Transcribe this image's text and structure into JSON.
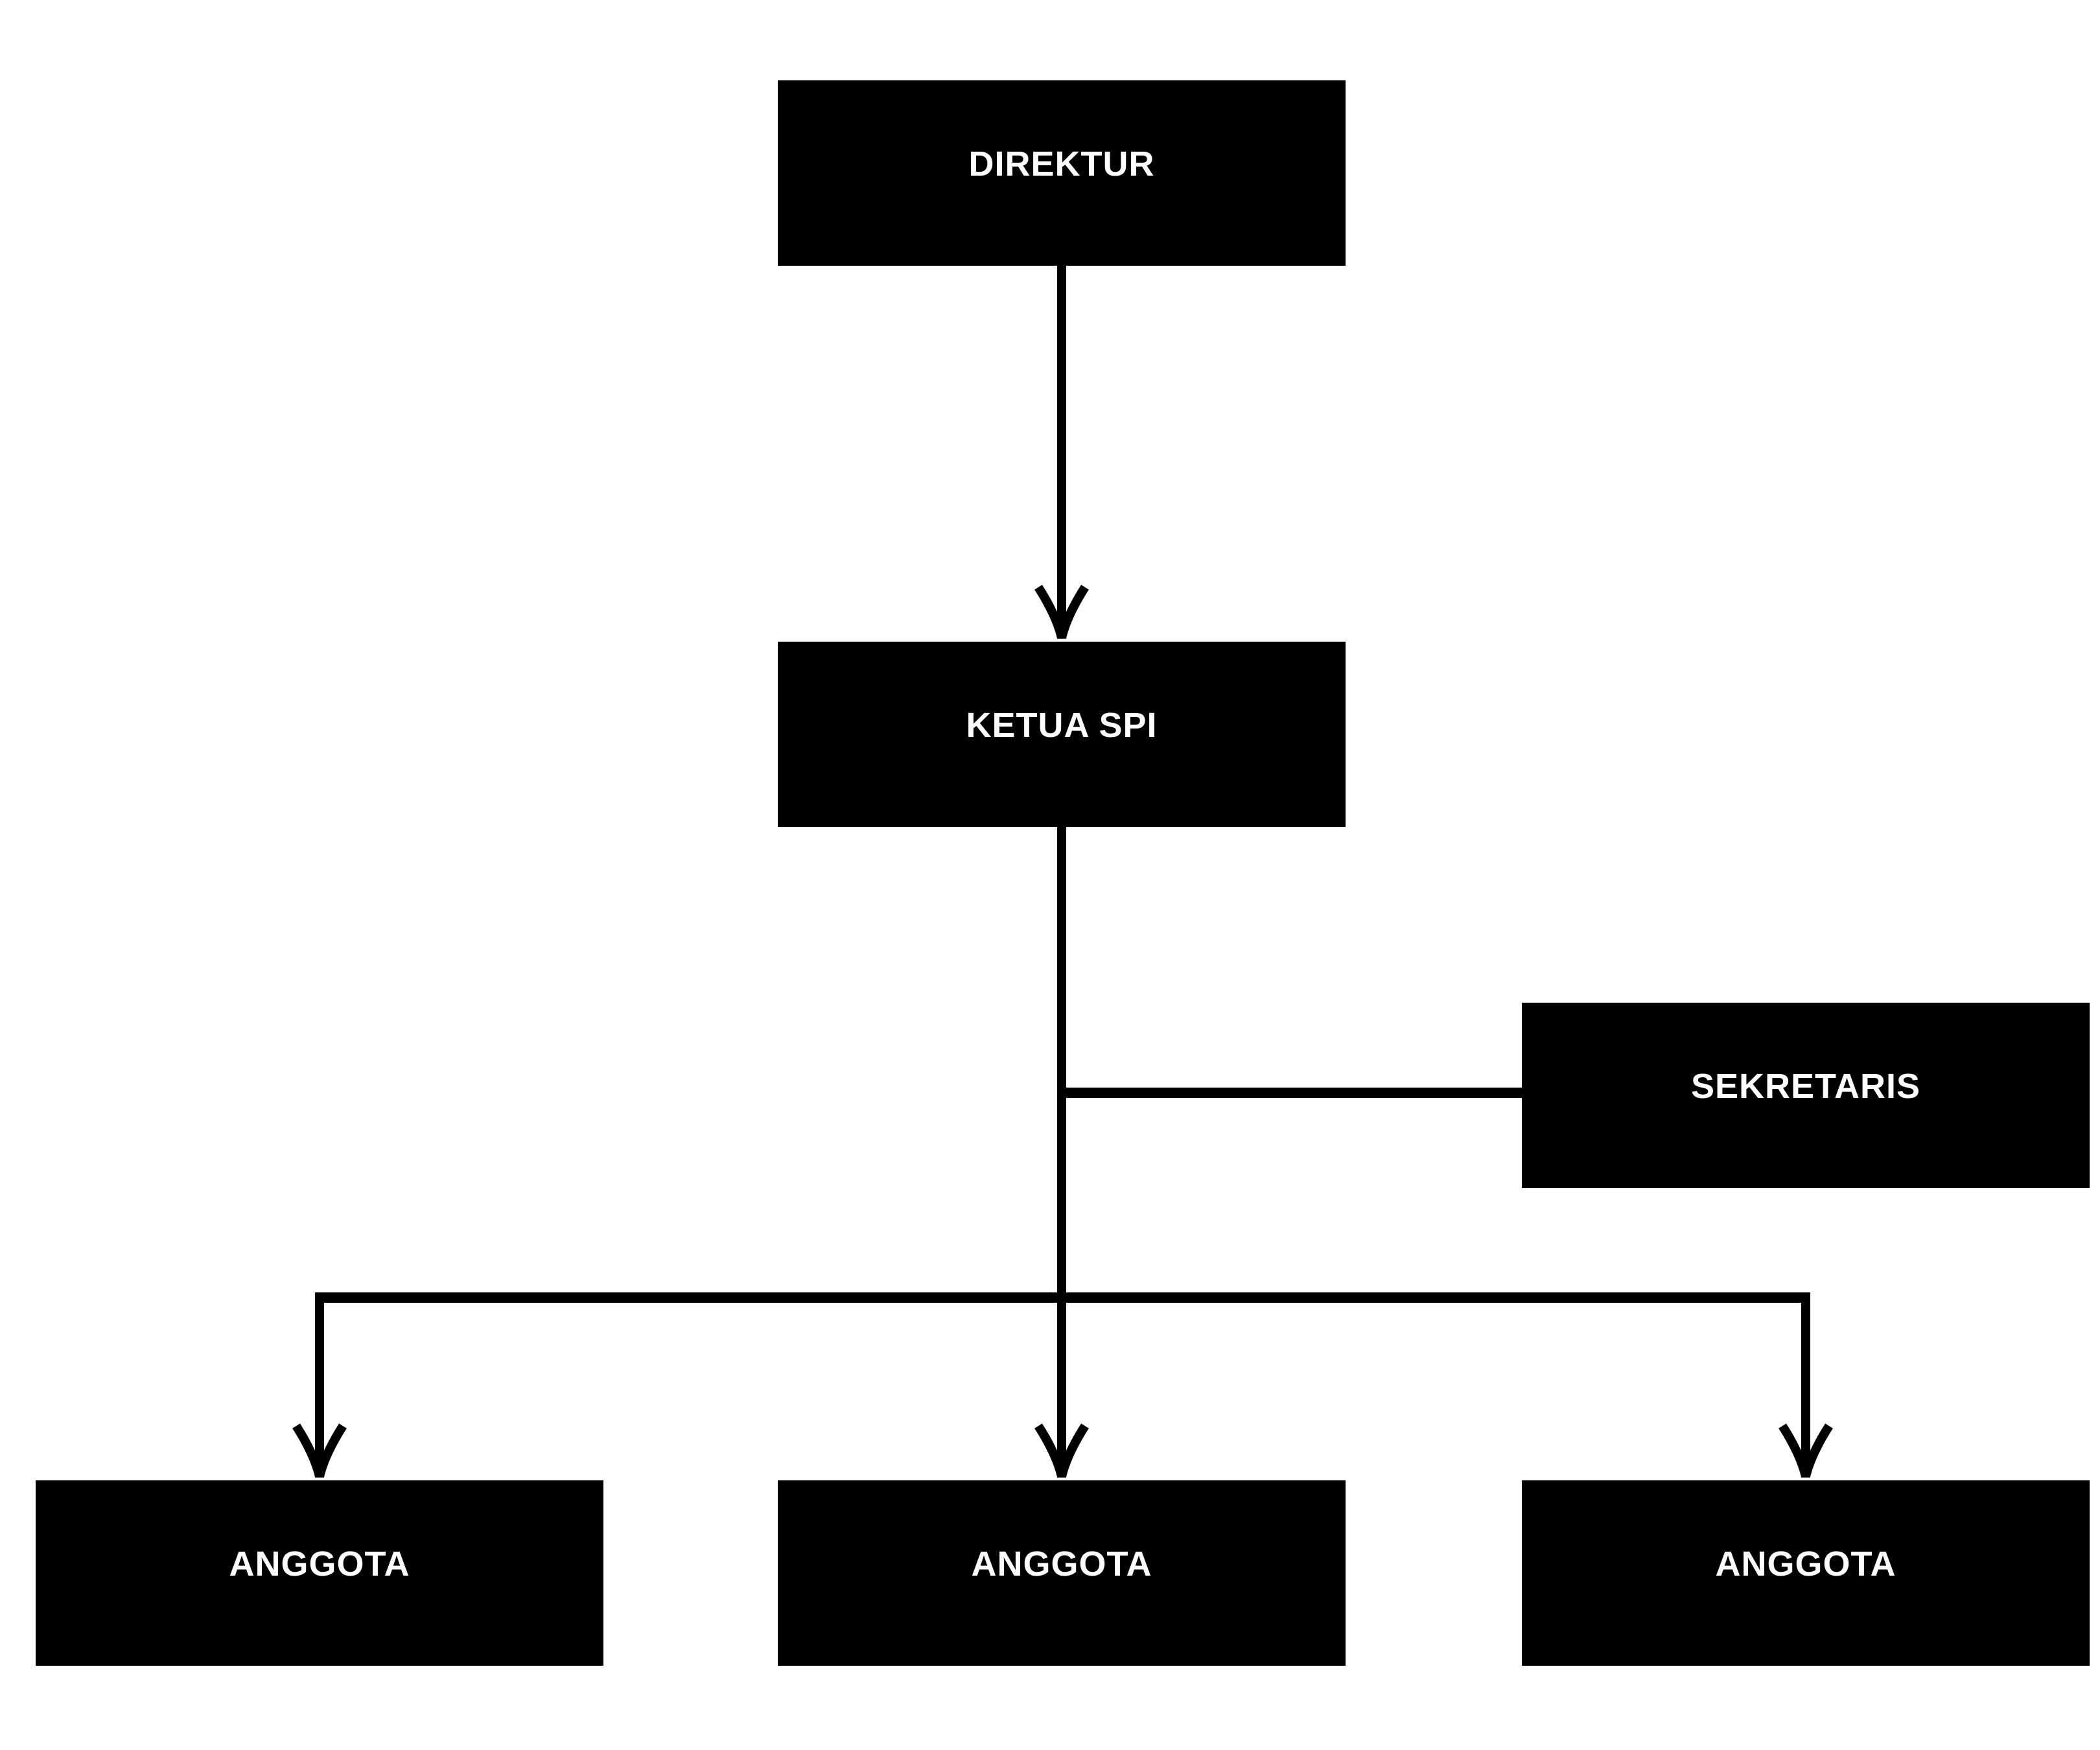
{
  "diagram": {
    "type": "org-chart",
    "background_color": "#ffffff",
    "node_fill_color": "#000000",
    "node_text_color": "#ffffff",
    "line_color": "#000000",
    "nodes": [
      {
        "id": "direktur",
        "label": "DIREKTUR",
        "level": 1
      },
      {
        "id": "ketua-spi",
        "label": "KETUA SPI",
        "level": 2
      },
      {
        "id": "sekretaris",
        "label": "SEKRETARIS",
        "level": 3
      },
      {
        "id": "anggota-1",
        "label": "ANGGOTA",
        "level": 4
      },
      {
        "id": "anggota-2",
        "label": "ANGGOTA",
        "level": 4
      },
      {
        "id": "anggota-3",
        "label": "ANGGOTA",
        "level": 4
      }
    ],
    "edges": [
      {
        "from": "direktur",
        "to": "ketua-spi",
        "style": "arrow"
      },
      {
        "from": "ketua-spi",
        "to": "sekretaris",
        "style": "plain-line"
      },
      {
        "from": "ketua-spi",
        "to": "anggota-1",
        "style": "arrow"
      },
      {
        "from": "ketua-spi",
        "to": "anggota-2",
        "style": "arrow"
      },
      {
        "from": "ketua-spi",
        "to": "anggota-3",
        "style": "arrow"
      }
    ]
  }
}
